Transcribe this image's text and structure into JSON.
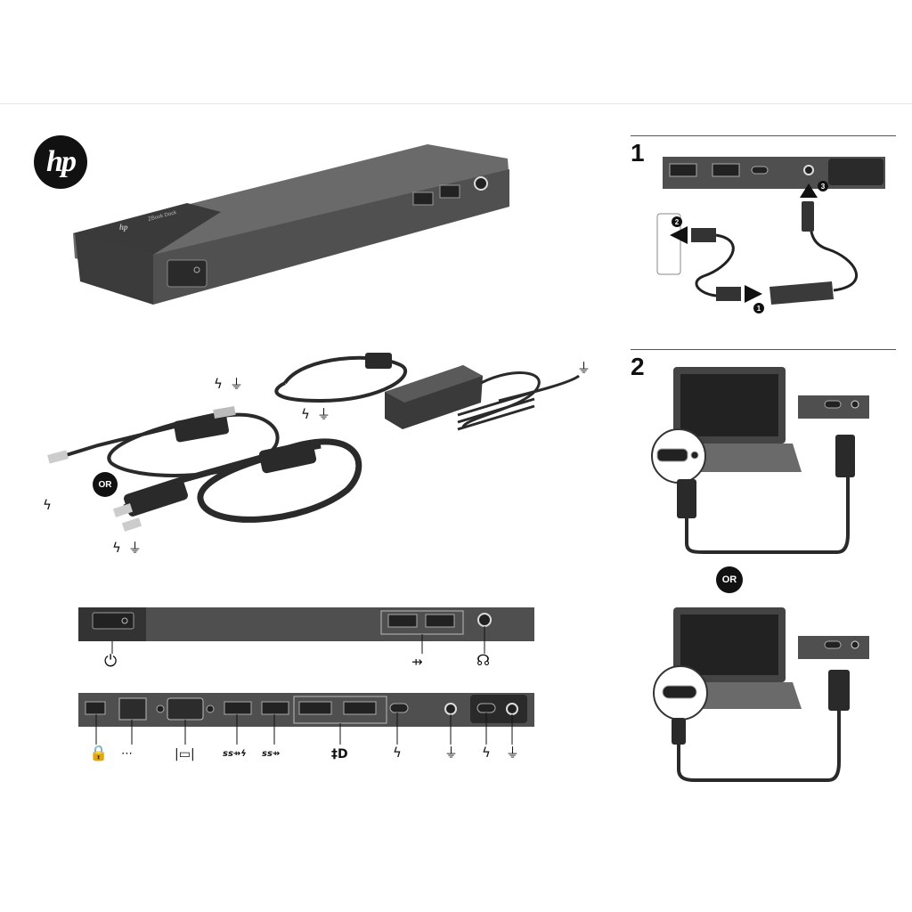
{
  "brand": {
    "logo_text": "hp",
    "dock_logo_text": "hp",
    "dock_model_text": "ZBook Dock"
  },
  "steps": [
    {
      "number": "1"
    },
    {
      "number": "2"
    }
  ],
  "or_label": "OR",
  "callouts": [
    "1",
    "2",
    "3"
  ],
  "front_panel_icons": [
    "power-icon",
    "usb-icon",
    "headset-icon"
  ],
  "rear_panel_icons": [
    "lock-icon",
    "ethernet-icon",
    "vga-icon",
    "usb-ss-charging-icon",
    "usb-ss-icon",
    "displayport-icon",
    "thunderbolt-icon",
    "power-plug-icon",
    "thunderbolt-icon",
    "power-plug-icon"
  ],
  "rear_panel_labels": {
    "usb_ss_charging": "ss",
    "usb_ss": "ss"
  },
  "colors": {
    "dock_body": "#4a4a4a",
    "dock_dark": "#2f2f2f",
    "ink": "#111111",
    "rule": "#555555"
  }
}
